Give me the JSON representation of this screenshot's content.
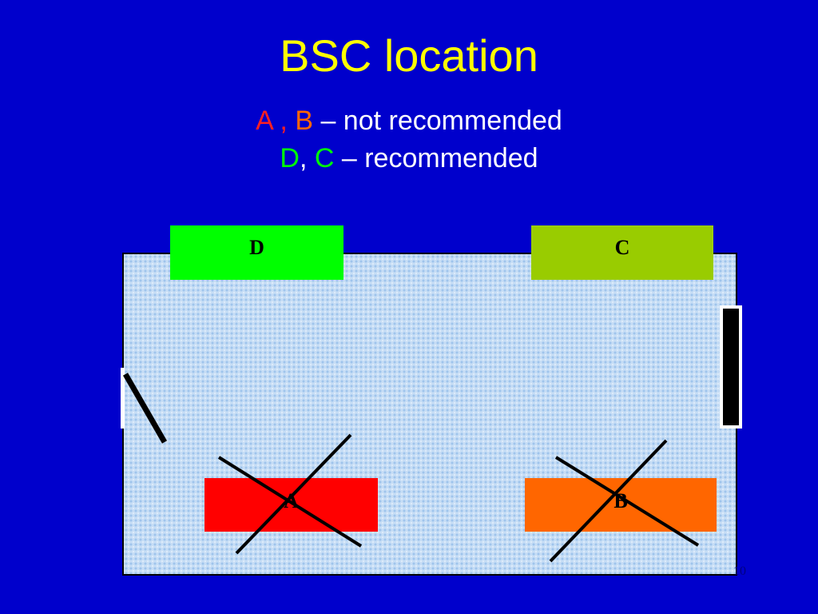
{
  "slide": {
    "title": "BSC location",
    "line1": {
      "a": "A",
      "sep1": " , ",
      "b": "B",
      "rest": " – not recommended"
    },
    "line2": {
      "d": "D",
      "sep2": ", ",
      "c": "C",
      "rest": " – recommended"
    },
    "slide_number": "10"
  },
  "diagram": {
    "labels": {
      "d": "D",
      "c": "C",
      "a": "A",
      "b": "B"
    },
    "colors": {
      "background": "#0000CC",
      "title": "#FFFF00",
      "not_recommended": "#FF2020",
      "recommended": "#00FF00",
      "box_d": "#00FF00",
      "box_c": "#99CC00",
      "box_a": "#FF0000",
      "box_b": "#FF6600",
      "room": "#C6DDF5"
    }
  }
}
